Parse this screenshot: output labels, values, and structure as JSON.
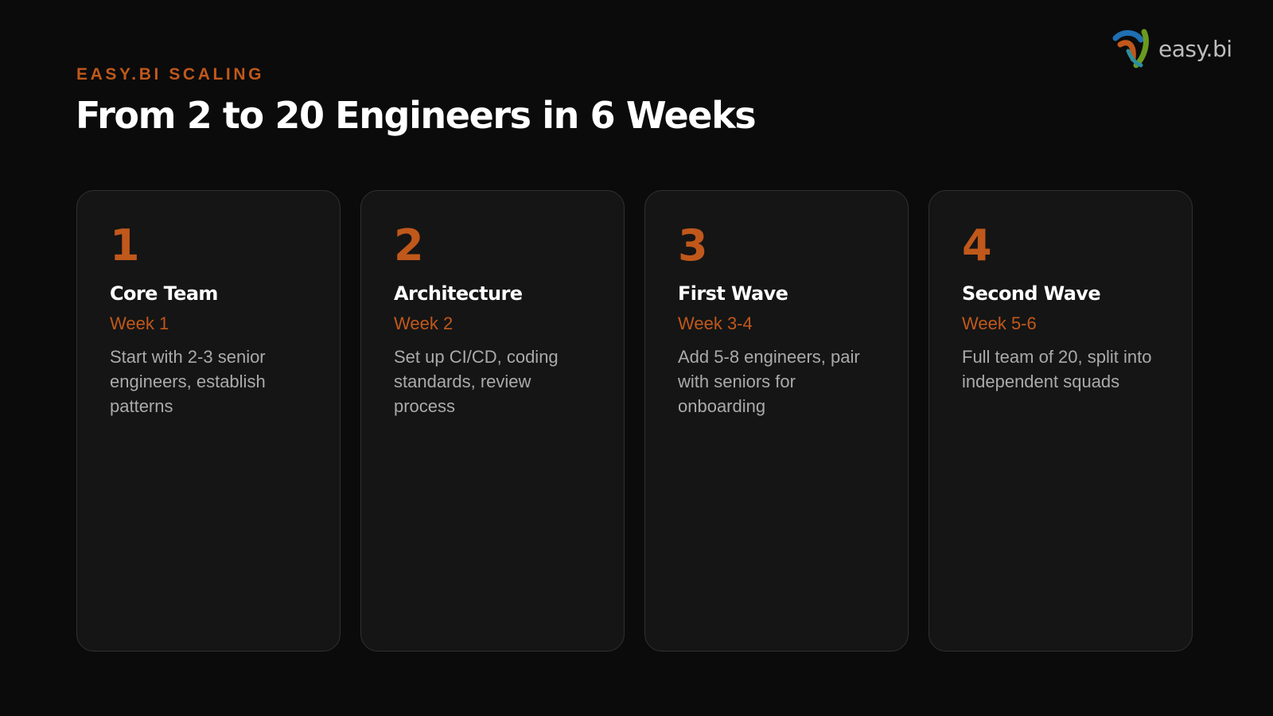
{
  "brand": {
    "logo_text": "easy.bi",
    "accent_color": "#c0581b"
  },
  "header": {
    "eyebrow": "EASY.BI SCALING",
    "title": "From 2 to 20 Engineers in 6 Weeks"
  },
  "cards": [
    {
      "number": "1",
      "title": "Core Team",
      "week": "Week 1",
      "description": "Start with 2-3 senior engineers, establish patterns"
    },
    {
      "number": "2",
      "title": "Architecture",
      "week": "Week 2",
      "description": "Set up CI/CD, coding standards, review process"
    },
    {
      "number": "3",
      "title": "First Wave",
      "week": "Week 3-4",
      "description": "Add 5-8 engineers, pair with seniors for onboarding"
    },
    {
      "number": "4",
      "title": "Second Wave",
      "week": "Week 5-6",
      "description": "Full team of 20, split into independent squads"
    }
  ]
}
